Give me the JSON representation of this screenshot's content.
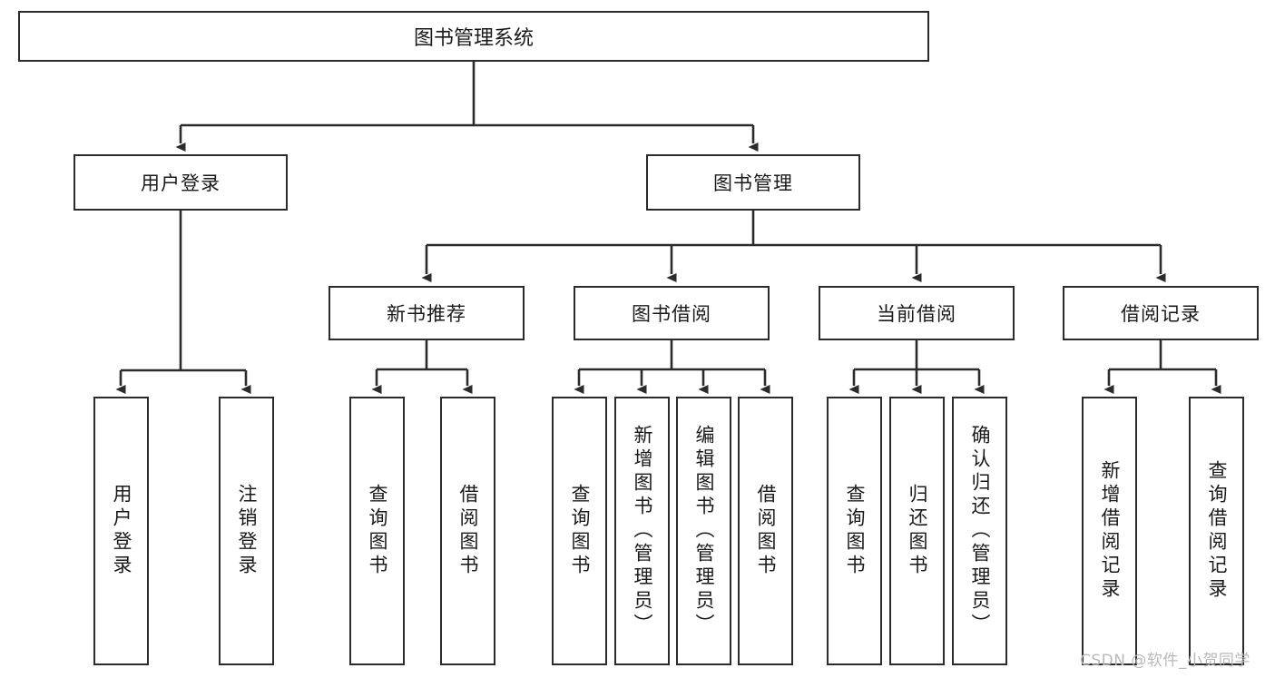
{
  "diagram": {
    "type": "tree-hierarchy-chart",
    "title": "图书管理系统",
    "watermark": "CSDN @软件_小贺同学",
    "colors": {
      "stroke": "#2b2b2b",
      "fill": "#ffffff",
      "text": "#1a1a1a",
      "watermark": "#b9b9b9",
      "background": "#ffffff"
    },
    "nodes": {
      "root": {
        "label": "图书管理系统"
      },
      "level2": [
        {
          "label": "用户登录"
        },
        {
          "label": "图书管理"
        }
      ],
      "level3": [
        {
          "label": "新书推荐"
        },
        {
          "label": "图书借阅"
        },
        {
          "label": "当前借阅"
        },
        {
          "label": "借阅记录"
        }
      ],
      "leaves": {
        "user_login": [
          {
            "label": "用户登录"
          },
          {
            "label": "注销登录"
          }
        ],
        "new_book_recommend": [
          {
            "label": "查询图书"
          },
          {
            "label": "借阅图书"
          }
        ],
        "book_borrow": [
          {
            "label": "查询图书"
          },
          {
            "label": "新增图书（管理员）"
          },
          {
            "label": "编辑图书（管理员）"
          },
          {
            "label": "借阅图书"
          }
        ],
        "current_borrow": [
          {
            "label": "查询图书"
          },
          {
            "label": "归还图书"
          },
          {
            "label": "确认归还（管理员）"
          }
        ],
        "borrow_record": [
          {
            "label": "新增借阅记录"
          },
          {
            "label": "查询借阅记录"
          }
        ]
      }
    }
  }
}
